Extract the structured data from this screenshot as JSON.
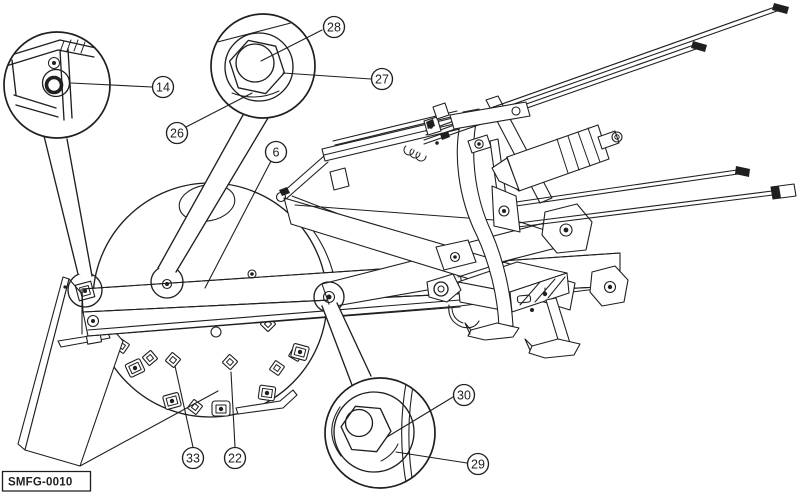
{
  "figure": {
    "code_label": "SMFG-0010",
    "type": "technical parts diagram - disc mower assembly",
    "callouts": {
      "c14": "14",
      "c28": "28",
      "c27": "27",
      "c26": "26",
      "c6": "6",
      "c30": "30",
      "c29": "29",
      "c33": "33",
      "c22": "22"
    }
  },
  "colors": {
    "line": "#1f1f1f",
    "background": "#ffffff"
  }
}
